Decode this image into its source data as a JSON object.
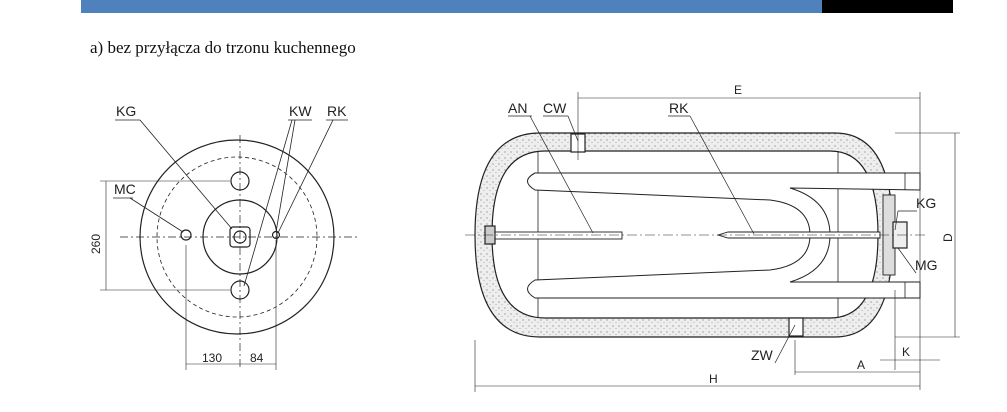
{
  "header": {
    "accent": "#4f81bd",
    "dark": "#000000"
  },
  "caption": "a) bez przyłącza do trzonu kuchennego",
  "front_view": {
    "labels": {
      "kg": "KG",
      "kw": "KW",
      "rk": "RK",
      "mc": "MC"
    },
    "dimensions": {
      "height": "260",
      "left": "130",
      "right": "84"
    }
  },
  "side_view": {
    "labels": {
      "an": "AN",
      "cw": "CW",
      "rk": "RK",
      "kg": "KG",
      "mg": "MG",
      "zw": "ZW"
    },
    "dimensions": {
      "e": "E",
      "d": "D",
      "a": "A",
      "k": "K",
      "h": "H"
    }
  }
}
